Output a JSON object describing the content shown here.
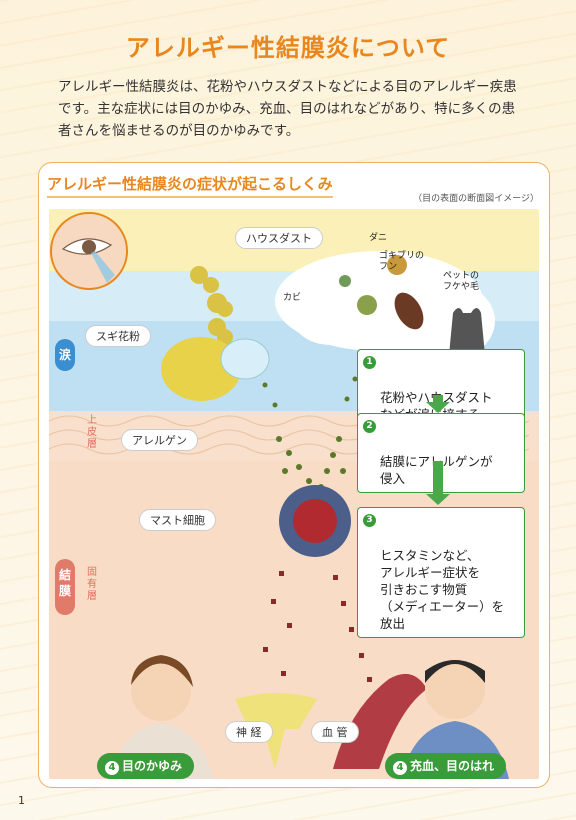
{
  "title": "アレルギー性結膜炎について",
  "intro": "アレルギー性結膜炎は、花粉やハウスダストなどによる目のアレルギー疾患です。主な症状には目のかゆみ、充血、目のはれなどがあり、特に多くの患者さんを悩ませるのが目のかゆみです。",
  "panel": {
    "title": "アレルギー性結膜炎の症状が起こるしくみ",
    "note": "（目の表面の断面図イメージ）"
  },
  "labels": {
    "house_dust": "ハウスダスト",
    "mite": "ダニ",
    "cockroach": "ゴキブリの\nフン",
    "mold": "カビ",
    "pet": "ペットの\nフケや毛",
    "pollen": "スギ花粉",
    "allergen": "アレルゲン",
    "mast_cell": "マスト細胞",
    "nerve": "神 経",
    "vessel": "血 管"
  },
  "layers": {
    "tears": "涙",
    "conjunctiva": "結膜",
    "epithelium": "上皮層",
    "lamina": "固有層"
  },
  "steps": [
    {
      "num": "1",
      "text": "花粉やハウスダスト\nなどが涙に接する"
    },
    {
      "num": "2",
      "text": "結膜にアレルゲンが\n侵入"
    },
    {
      "num": "3",
      "text": "ヒスタミンなど、\nアレルギー症状を\n引きおこす物質\n（メディエーター）を\n放出"
    }
  ],
  "outcomes": [
    {
      "num": "4",
      "text": "目のかゆみ"
    },
    {
      "num": "4",
      "text": "充血、目のはれ"
    }
  ],
  "page_number": "1",
  "colors": {
    "accent": "#e8871e",
    "green": "#3a9b3a",
    "tear_blue": "#bfe0f2",
    "skin": "#f8dcc4"
  }
}
